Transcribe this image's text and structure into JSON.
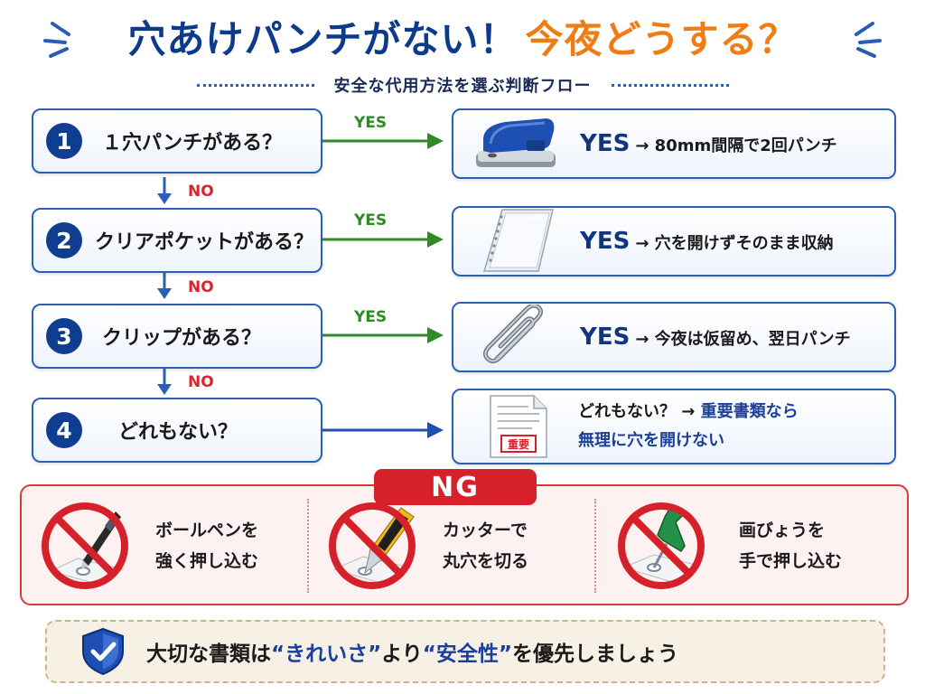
{
  "header": {
    "title_main": "穴あけパンチがない！",
    "title_accent": "今夜どうする？",
    "subtitle": "安全な代用方法を選ぶ判断フロー"
  },
  "flow": {
    "yes_label": "YES",
    "no_label": "NO",
    "steps": [
      {
        "num": "1",
        "question": "１穴パンチがある？",
        "answer_yes": "YES",
        "answer_text": "→ 80mm間隔で2回パンチ"
      },
      {
        "num": "2",
        "question": "クリアポケットがある？",
        "answer_yes": "YES",
        "answer_text": "→ 穴を開けずそのまま収納"
      },
      {
        "num": "3",
        "question": "クリップがある？",
        "answer_yes": "YES",
        "answer_text": "→ 今夜は仮留め、翌日パンチ"
      },
      {
        "num": "4",
        "question": "どれもない？",
        "answer_line1_prefix": "どれもない？ → ",
        "answer_line1_highlight": "重要書類なら",
        "answer_line2": "無理に穴を開けない",
        "doc_stamp": "重要"
      }
    ]
  },
  "ng": {
    "badge": "NG",
    "items": [
      {
        "line1": "ボールペンを",
        "line2": "強く押し込む"
      },
      {
        "line1": "カッターで",
        "line2": "丸穴を切る"
      },
      {
        "line1": "画びょうを",
        "line2": "手で押し込む"
      }
    ]
  },
  "footer": {
    "part1": "大切な書類は",
    "part2": "“きれいさ”",
    "part3": "より",
    "part4": "“安全性”",
    "part5": "を優先しましょう"
  },
  "colors": {
    "primary_blue": "#0f3d8f",
    "accent_orange": "#ee7d16",
    "yes_green": "#2e8b25",
    "no_red": "#d8262f",
    "ng_red": "#d7212a"
  },
  "icons": {
    "step1": "hole-punch-icon",
    "step2": "clear-pocket-icon",
    "step3": "paper-clip-icon",
    "step4": "important-document-icon",
    "ng1": "ballpoint-pen-prohibited-icon",
    "ng2": "cutter-knife-prohibited-icon",
    "ng3": "push-pin-prohibited-icon",
    "footer": "shield-check-icon"
  }
}
